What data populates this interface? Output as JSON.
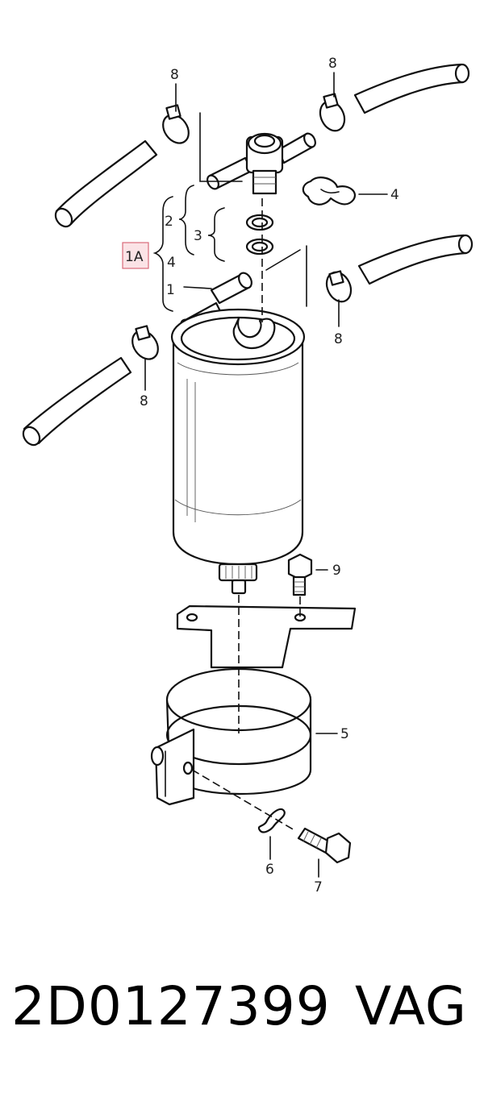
{
  "callouts": {
    "c8a": "8",
    "c8b": "8",
    "c8c": "8",
    "c8d": "8",
    "c4a": "4",
    "c4b": "4",
    "c2": "2",
    "c3": "3",
    "c1": "1",
    "c1A": "1A",
    "c9": "9",
    "c5": "5",
    "c6": "6",
    "c7": "7"
  },
  "footer": {
    "part_number": "2D0127399",
    "brand": "VAG"
  }
}
